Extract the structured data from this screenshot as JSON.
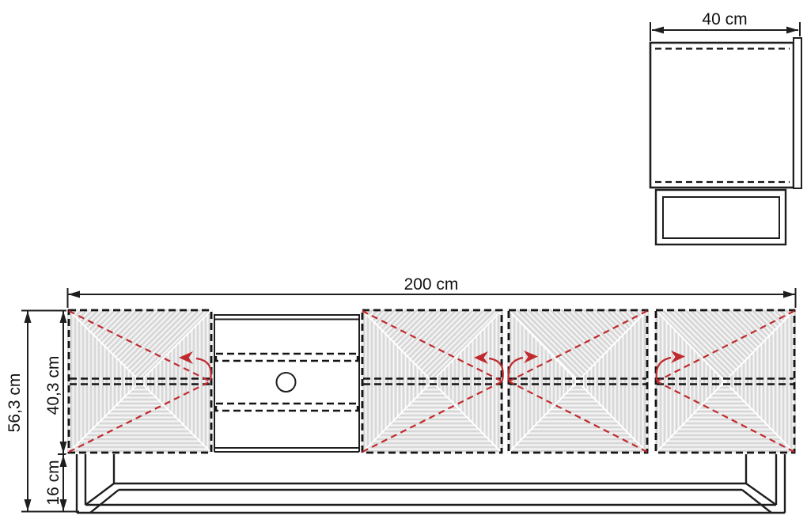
{
  "diagram": {
    "title_none": "",
    "side_view": {
      "width_label": "40 cm"
    },
    "front_view": {
      "width_label": "200 cm",
      "total_height_label": "56,3 cm",
      "cabinet_height_label": "40,3 cm",
      "base_height_label": "16 cm"
    },
    "colors": {
      "line": "#1e1e1e",
      "dash": "#141414",
      "red": "#c02a2e",
      "door_fill": "#d8d8d8",
      "stripe": "#f7f7f7"
    }
  }
}
